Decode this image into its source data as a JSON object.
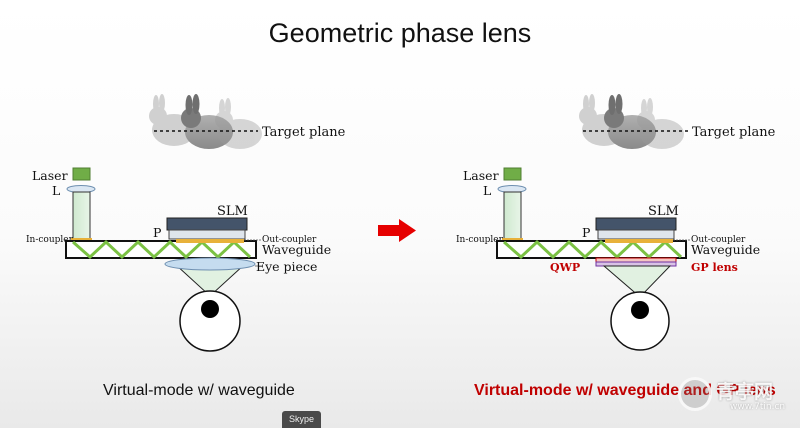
{
  "slide": {
    "title": "Geometric phase lens",
    "left": {
      "target_plane": "Target plane",
      "laser": "Laser",
      "lens": "L",
      "slm": "SLM",
      "polarizer": "P",
      "in_coupler": "In-coupler",
      "out_coupler": "Out-coupler",
      "waveguide": "Waveguide",
      "eye_piece": "Eye piece",
      "caption": "Virtual-mode w/ waveguide"
    },
    "right": {
      "target_plane": "Target plane",
      "laser": "Laser",
      "lens": "L",
      "slm": "SLM",
      "polarizer": "P",
      "in_coupler": "In-coupler",
      "out_coupler": "Out-coupler",
      "waveguide": "Waveguide",
      "qwp": "QWP",
      "gp_lens": "GP lens",
      "caption": "Virtual-mode w/ waveguide and GP lens"
    }
  },
  "overlay": {
    "call_badge": "Skype",
    "watermark_text": "青亭网",
    "watermark_url": "www.7tin.cn"
  },
  "colors": {
    "accent_red": "#c00000",
    "arrow_red": "#e60000",
    "beam_green": "#8fd14f",
    "slm_dark": "#44546a"
  }
}
